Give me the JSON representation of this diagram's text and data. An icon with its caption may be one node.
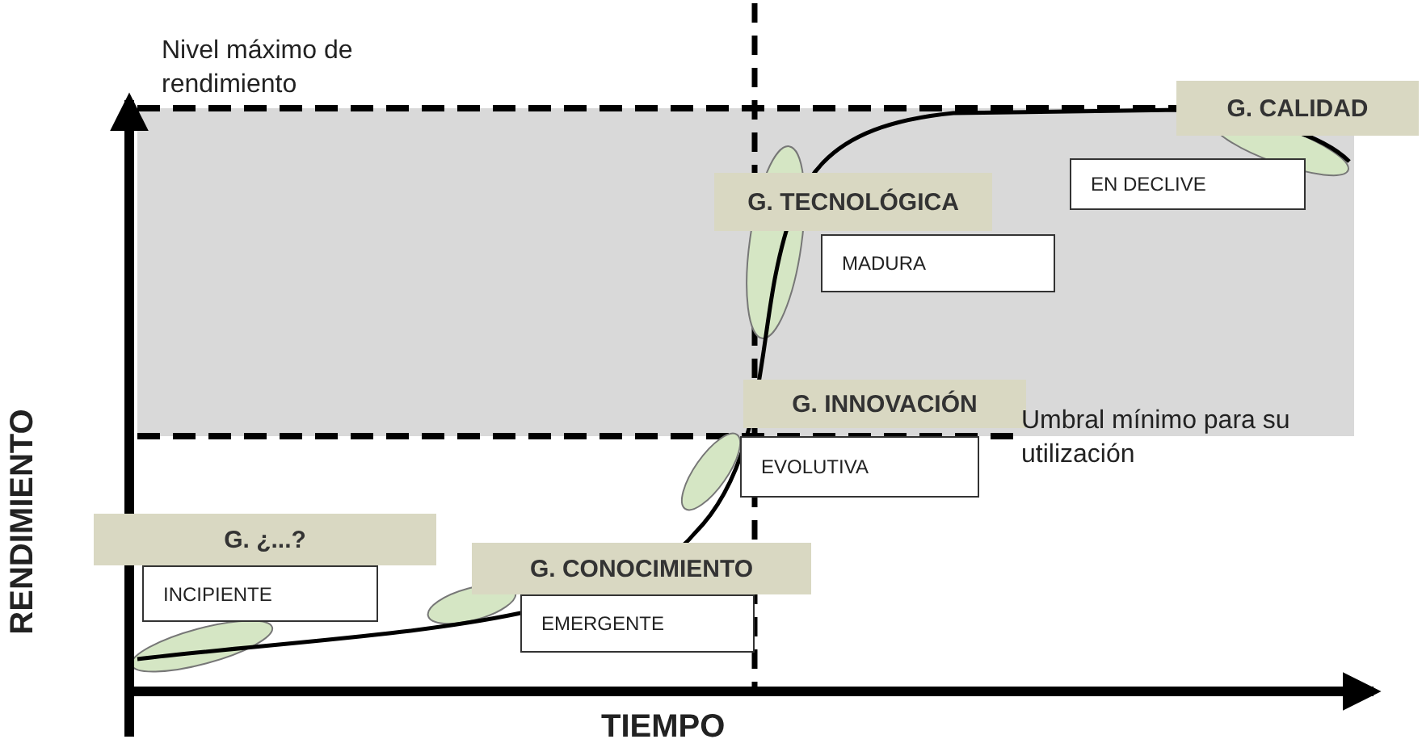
{
  "diagram": {
    "nodes": [
      {
        "text": [
          "G. CALIDAD"
        ]
      },
      {
        "text": [
          "EN DECLIVE"
        ]
      },
      {
        "text": [
          "G. TECNOLÓGICA"
        ]
      },
      {
        "text": [
          "MADURA"
        ]
      },
      {
        "text": [
          "G. INNOVACIÓN"
        ]
      },
      {
        "text": [
          "EVOLUTIVA"
        ]
      },
      {
        "text": [
          "G. ¿...?"
        ]
      },
      {
        "text": [
          "INCIPIENTE"
        ]
      },
      {
        "text": [
          "G. CONOCIMIENTO"
        ]
      },
      {
        "text": [
          "EMERGENTE"
        ]
      }
    ],
    "edges": [],
    "labels": [
      "Nivel máximo de rendimiento",
      "Umbral mínimo para su utilización",
      "RENDIMIENTO",
      "TIEMPO"
    ]
  }
}
